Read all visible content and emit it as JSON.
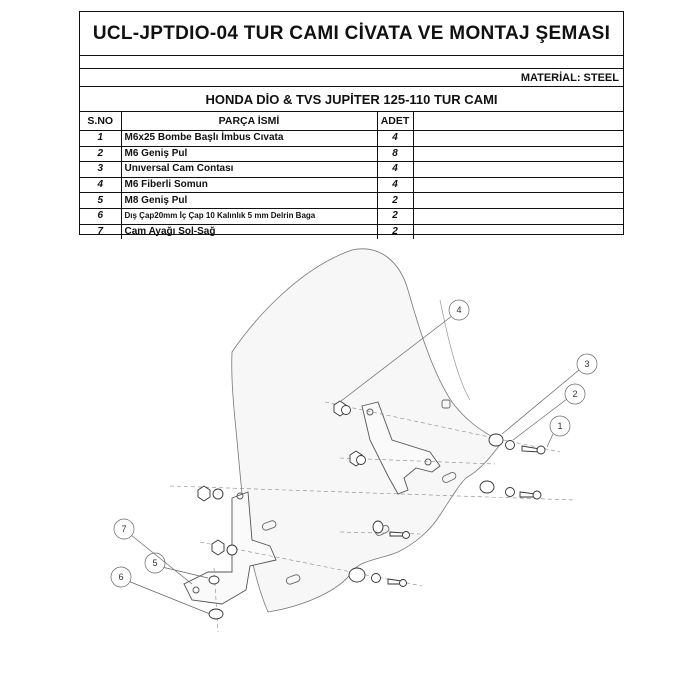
{
  "title": "UCL-JPTDIO-04 TUR CAMI CİVATA VE MONTAJ ŞEMASI",
  "material": "MATERİAL: STEEL",
  "model": "HONDA DİO & TVS JUPİTER 125-110 TUR CAMI",
  "table": {
    "headers": {
      "no": "S.NO",
      "name": "PARÇA İSMİ",
      "qty": "ADET"
    },
    "rows": [
      {
        "no": "1",
        "name": "M6x25 Bombe Başlı İmbus Cıvata",
        "qty": "4"
      },
      {
        "no": "2",
        "name": "M6 Geniş Pul",
        "qty": "8"
      },
      {
        "no": "3",
        "name": "Unıversal Cam Contası",
        "qty": "4"
      },
      {
        "no": "4",
        "name": "M6 Fiberli Somun",
        "qty": "4"
      },
      {
        "no": "5",
        "name": "M8 Geniş Pul",
        "qty": "2"
      },
      {
        "no": "6",
        "name": "Dış Çap20mm İç Çap 10 Kalınlık 5 mm Delrin Baga",
        "qty": "2"
      },
      {
        "no": "7",
        "name": "Cam Ayağı Sol-Sağ",
        "qty": "2"
      }
    ]
  },
  "callouts": [
    "1",
    "2",
    "3",
    "4",
    "5",
    "6",
    "7"
  ]
}
